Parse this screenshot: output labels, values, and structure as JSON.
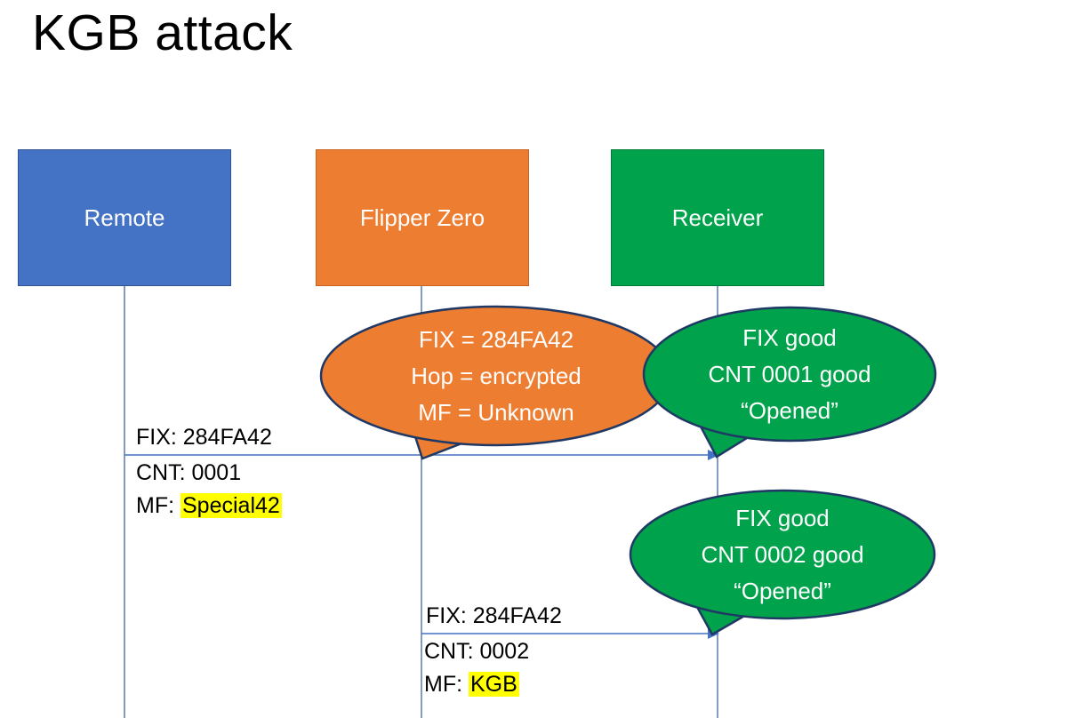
{
  "title": "KGB attack",
  "actors": [
    {
      "label": "Remote",
      "color": "#4472C4"
    },
    {
      "label": "Flipper Zero",
      "color": "#ED7D31"
    },
    {
      "label": "Receiver",
      "color": "#00A24B"
    }
  ],
  "bubbles": [
    {
      "owner": "Flipper Zero",
      "color": "#ED7D31",
      "lines": [
        "FIX = 284FA42",
        "Hop = encrypted",
        "MF = Unknown"
      ]
    },
    {
      "owner": "Receiver",
      "color": "#00A24B",
      "lines": [
        "FIX good",
        "CNT 0001 good",
        "“Opened”"
      ]
    },
    {
      "owner": "Receiver",
      "color": "#00A24B",
      "lines": [
        "FIX good",
        "CNT 0002 good",
        "“Opened”"
      ]
    }
  ],
  "messages": [
    {
      "from": "Remote",
      "to": "Receiver",
      "line1": "FIX: 284FA42",
      "line2": "CNT: 0001",
      "line3_prefix": "MF: ",
      "line3_highlight": "Special42"
    },
    {
      "from": "Flipper Zero",
      "to": "Receiver",
      "line1": "FIX: 284FA42",
      "line2": "CNT: 0002",
      "line3_prefix": "MF: ",
      "line3_highlight": "KGB"
    }
  ],
  "colors": {
    "highlight": "#FFFF00",
    "bubble_border": "#1F3864",
    "arrow": "#4472C4",
    "lifeline": "#5B79A8"
  }
}
